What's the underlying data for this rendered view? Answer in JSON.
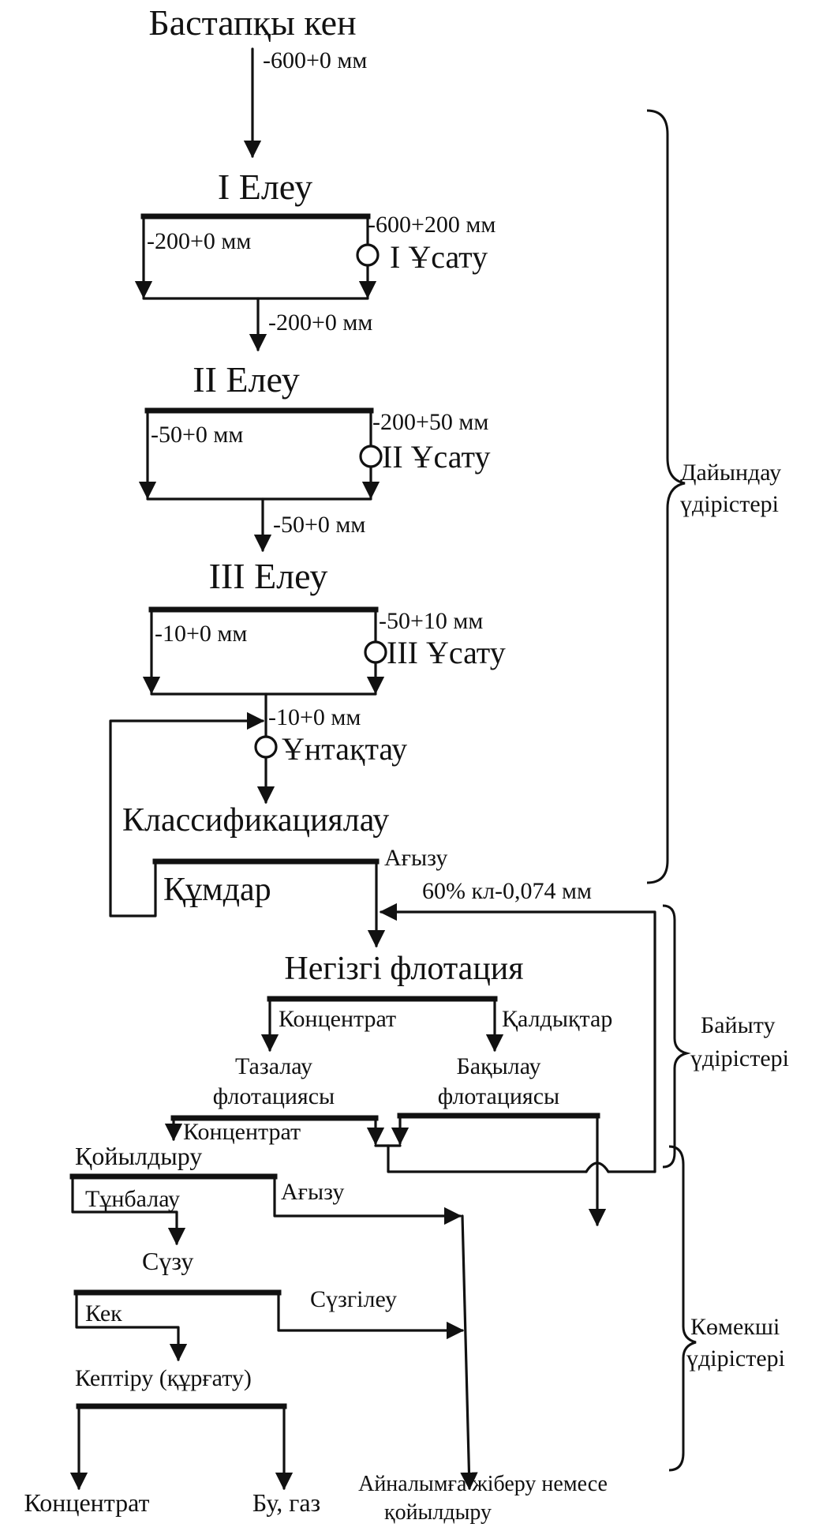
{
  "flowsheet": {
    "ore": "Бастапқы кен",
    "ore_size": "-600+0 мм",
    "screen1": "I Елеу",
    "screen1_under": "-200+0 мм",
    "screen1_over": "-600+200 мм",
    "crush1": "I Ұсату",
    "after1": "-200+0 мм",
    "screen2": "II Елеу",
    "screen2_under": "-50+0 мм",
    "screen2_over": "-200+50 мм",
    "crush2": "II Ұсату",
    "after2": "-50+0 мм",
    "screen3": "III Елеу",
    "screen3_under": "-10+0 мм",
    "screen3_over": "-50+10 мм",
    "crush3": "III Ұсату",
    "after3": "-10+0 мм",
    "grinding": "Ұнтақтау",
    "classification": "Классификациялау",
    "overflow": "Ағызу",
    "overflow_size": "60% кл-0,074 мм",
    "sands": "Құмдар",
    "main_flotation": "Негізгі флотация",
    "concentrate": "Концентрат",
    "tailings": "Қалдықтар",
    "cleaner_line1": "Тазалау",
    "cleaner_line2": "флотациясы",
    "scavenger_line1": "Бақылау",
    "scavenger_line2": "флотациясы",
    "cleaner_concentrate": "Концентрат",
    "thickening": "Қойылдыру",
    "settling": "Тұнбалау",
    "thickener_overflow": "Ағызу",
    "filtering": "Сүзу",
    "filtrate": "Сүзгілеу",
    "cake": "Кек",
    "drying": "Кептіру (құрғату)",
    "final_concentrate": "Концентрат",
    "steam_gas": "Бу, газ",
    "recycle_line1": "Айналымға жіберу немесе",
    "recycle_line2": "қойылдыру"
  },
  "stages": {
    "preparation_line1": "Дайындау",
    "preparation_line2": "үдірістері",
    "enrichment_line1": "Байыту",
    "enrichment_line2": "үдірістері",
    "auxiliary_line1": "Көмекші",
    "auxiliary_line2": "үдірістері"
  }
}
